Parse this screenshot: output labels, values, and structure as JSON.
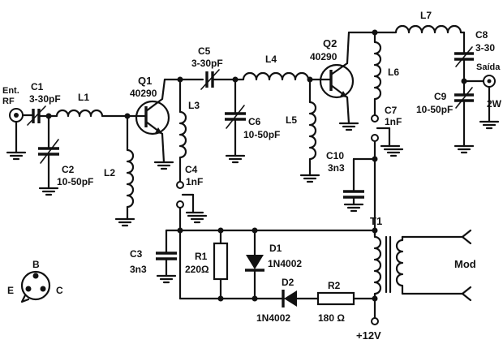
{
  "input": {
    "line1": "Ent.",
    "line2": "RF"
  },
  "output": {
    "label": "Saída",
    "power": "2W"
  },
  "supply": {
    "label": "+12V"
  },
  "modulation": {
    "label": "Mod"
  },
  "components": {
    "c1": {
      "ref": "C1",
      "value": "3-30pF"
    },
    "c2": {
      "ref": "C2",
      "value": "10-50pF"
    },
    "c3": {
      "ref": "C3",
      "value": "3n3"
    },
    "c4": {
      "ref": "C4",
      "value": "1nF"
    },
    "c5": {
      "ref": "C5",
      "value": "3-30pF"
    },
    "c6": {
      "ref": "C6",
      "value": "10-50pF"
    },
    "c7": {
      "ref": "C7",
      "value": "1nF"
    },
    "c8": {
      "ref": "C8",
      "value": "3-30"
    },
    "c9": {
      "ref": "C9",
      "value": "10-50pF"
    },
    "c10": {
      "ref": "C10",
      "value": "3n3"
    },
    "l1": {
      "ref": "L1"
    },
    "l2": {
      "ref": "L2"
    },
    "l3": {
      "ref": "L3"
    },
    "l4": {
      "ref": "L4"
    },
    "l5": {
      "ref": "L5"
    },
    "l6": {
      "ref": "L6"
    },
    "l7": {
      "ref": "L7"
    },
    "q1": {
      "ref": "Q1",
      "value": "40290"
    },
    "q2": {
      "ref": "Q2",
      "value": "40290"
    },
    "r1": {
      "ref": "R1",
      "value": "220Ω"
    },
    "r2": {
      "ref": "R2",
      "value": "180 Ω"
    },
    "d1": {
      "ref": "D1",
      "value": "1N4002"
    },
    "d2": {
      "ref": "D2",
      "value": "1N4002"
    },
    "t1": {
      "ref": "T1"
    }
  },
  "pinout": {
    "b": "B",
    "e": "E",
    "c": "C"
  }
}
